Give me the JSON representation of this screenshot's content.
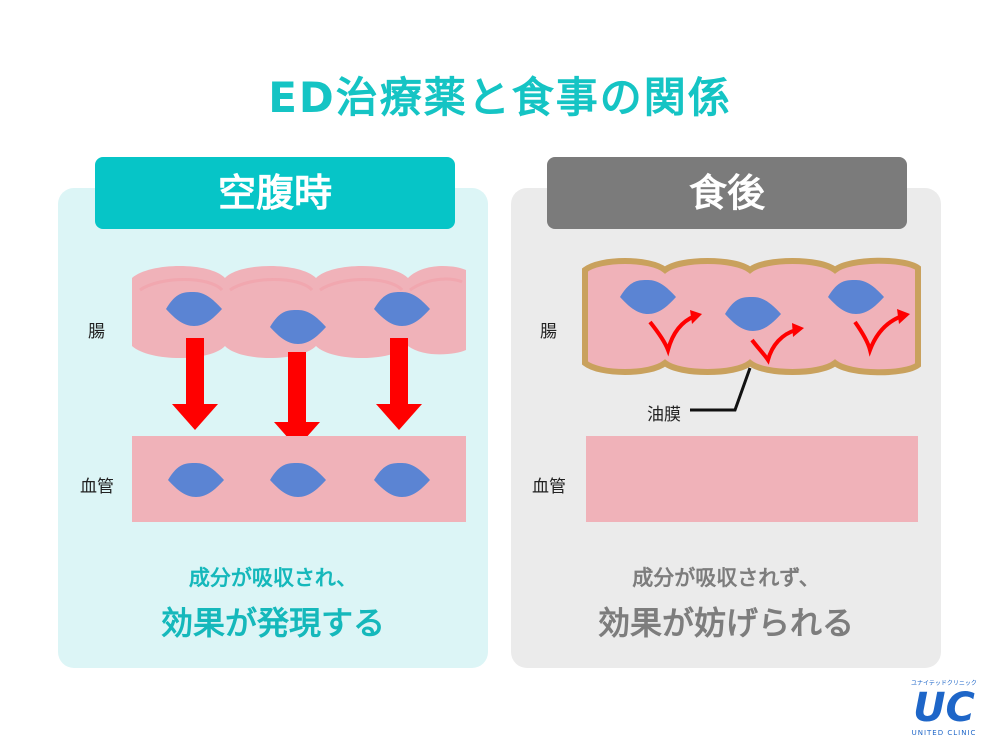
{
  "title": "ED治療薬と食事の関係",
  "left_panel": {
    "header": "空腹時",
    "intestine_label": "腸",
    "vessel_label": "血管",
    "caption_line1": "成分が吸収され、",
    "caption_line2": "効果が発現する"
  },
  "right_panel": {
    "header": "食後",
    "intestine_label": "腸",
    "oil_label": "油膜",
    "vessel_label": "血管",
    "caption_line1": "成分が吸収されず、",
    "caption_line2": "効果が妨げられる"
  },
  "logo": {
    "top_text": "ユナイテッドクリニック",
    "mark": "UC",
    "bottom_text": "UNITED CLINIC"
  },
  "colors": {
    "teal": "#15c4c4",
    "tissue_pink": "#f0b2b9",
    "tissue_dark_pink": "#f19ba5",
    "drug_blue": "#5b84d3",
    "arrow_red": "#ff0000",
    "oil_film": "#c9a15d"
  }
}
